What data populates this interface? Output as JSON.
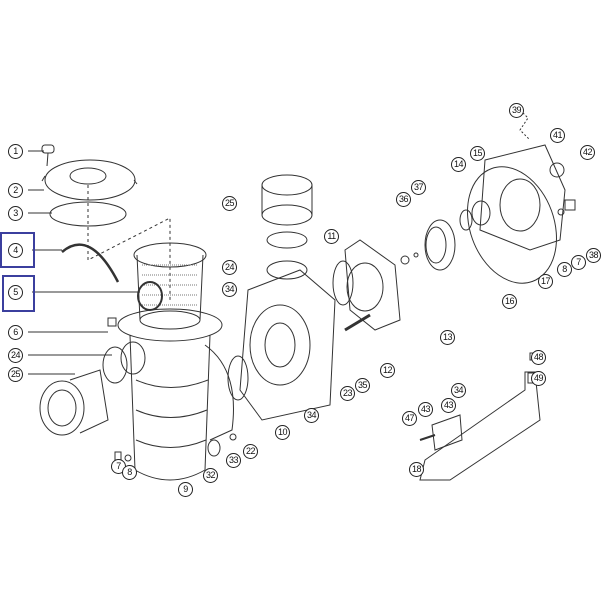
{
  "title": "Pump exploded parts diagram",
  "highlight_color": "#3b3f9e",
  "labels": [
    "1",
    "2",
    "3",
    "4",
    "5",
    "6",
    "24",
    "25",
    "7",
    "8",
    "9",
    "32",
    "33",
    "22",
    "10",
    "25",
    "24",
    "34",
    "11",
    "34",
    "23",
    "35",
    "12",
    "36",
    "37",
    "13",
    "14",
    "15",
    "16",
    "17",
    "8",
    "7",
    "38",
    "39",
    "41",
    "42",
    "48",
    "49",
    "34",
    "43",
    "43",
    "47",
    "18"
  ],
  "highlighted": [
    "4",
    "5"
  ]
}
